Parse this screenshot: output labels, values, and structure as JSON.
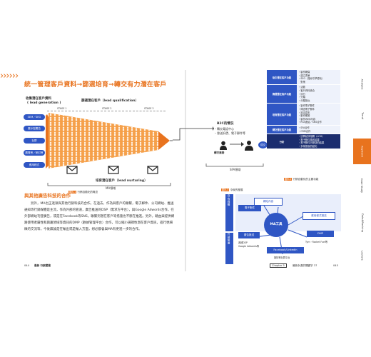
{
  "diagram_title": "統一管理客戶資料→篩選培育→轉交有力潛在客戶",
  "funnel": {
    "lead_generation_zh": "收集潛在客戶資料",
    "lead_generation_en": "( lead generation )",
    "lead_qualification": "篩選潛在客戶（lead qualification）",
    "stage1": "STAGE 1",
    "stage2": "STAGE 2",
    "stage3": "STAGE 3",
    "sources": [
      "SEM／SEO",
      "展示型廣告",
      "社群",
      "廣覽會／研討會",
      "應用程式"
    ],
    "nurturing": "培育潛在客戶（lead nurturing）",
    "b2c_title": "B2C的情況",
    "b2c_items": [
      "・轉交電話中心",
      "・發送折價、電子郵件等"
    ],
    "sales_label": "轉交業務",
    "close_label": "成交",
    "ma_domain": "MA領域",
    "sfa_domain": "SFA領域",
    "caption_tag": "圖5-1",
    "caption_text": "行銷自動化的概念"
  },
  "side_table": {
    "caption_tag": "圖5-2",
    "caption_text": "行銷自動化的主要功能",
    "rows": [
      {
        "key": "吸引潛在客戶功能",
        "values": [
          "・製作網頁",
          "・建立表單",
          "・SEO（搜尋引擎優化）",
          "　對策"
        ]
      },
      {
        "key": "篩選潛在客戶功能",
        "values": [
          "・活動",
          "・客戶資料統合",
          "・評分",
          "・分類",
          "・分類指派"
        ]
      },
      {
        "key": "培育潛在客戶功能",
        "values": [
          "・製作電子郵件",
          "・傳送電子郵件",
          "・設定劇本",
          "・動作觸發",
          "・製作WEB內容",
          "・RSS連結／SNS合作"
        ]
      },
      {
        "key": "轉交潛在客戶功能",
        "values": [
          "・SFA合作",
          "・CRM合作"
        ]
      },
      {
        "key": "分析",
        "values": [
          "・訪問紀錄相關（LOG）",
          "・電子郵件傳送結果",
          "・電子郵件內發送的結果",
          "・多樣提高的變化"
        ]
      }
    ]
  },
  "section": {
    "title": "與其他廣告科技的合作",
    "paragraphs": [
      "另外，MA也正逐漸與其他行銷科技的合作。在過去，作為與客戶的聯繫，電子郵件、公司網站、推送通知等行銷媒體是主流，作為外部的管道，廣告推送的DSP（需求方平台），與Google Adwords合作，在外部網站刊登廣告，或是在Facebook等SNS，聯繫到潛在客戶等措施也不斷在推進。另外，藉由與提供網路使用者屬性和興趣領域等資訊的DMP（數據管理平台）合作，可以縮小選擇性潛在客戶資訊，進行更細緻的交流等，今後無論是在輸出或是輸入方面，想必都會與MA有更進一步的合作。"
    ]
  },
  "footer": {
    "left_page": "044",
    "left_title": "最新 行銷實踐",
    "chapter": "Chapter 5",
    "right_title": "最新永遠的關鍵字 37",
    "right_page": "045"
  },
  "collab": {
    "caption_tag": "圖5-3",
    "caption_text": "今後的發展",
    "hub": "MA工具",
    "top_out": "網站內容",
    "top_in": "電子郵件",
    "right_mid": "應用程式推送",
    "dmp": "DMP",
    "dmp_sub": "Tym・Rocket Fuel等",
    "ad_delivery": "廣告推送",
    "ad_sub": "各種DSP\nGoogle Adwords等",
    "social": "Facebook/LinkedIn",
    "social_sub": "推特等社群平台",
    "owned": "自有媒體",
    "external": "外部管道"
  },
  "side_tabs": [
    {
      "label": "Analysis",
      "active": false
    },
    {
      "label": "Trend",
      "active": false
    },
    {
      "label": "Keyword",
      "active": true
    },
    {
      "label": "Case Study",
      "active": false
    },
    {
      "label": "Data&Ranking",
      "active": false
    },
    {
      "label": "Lecture",
      "active": false
    }
  ],
  "colors": {
    "accent": "#e8731e",
    "blue": "#2f56c4",
    "navy": "#1b2d6e"
  }
}
